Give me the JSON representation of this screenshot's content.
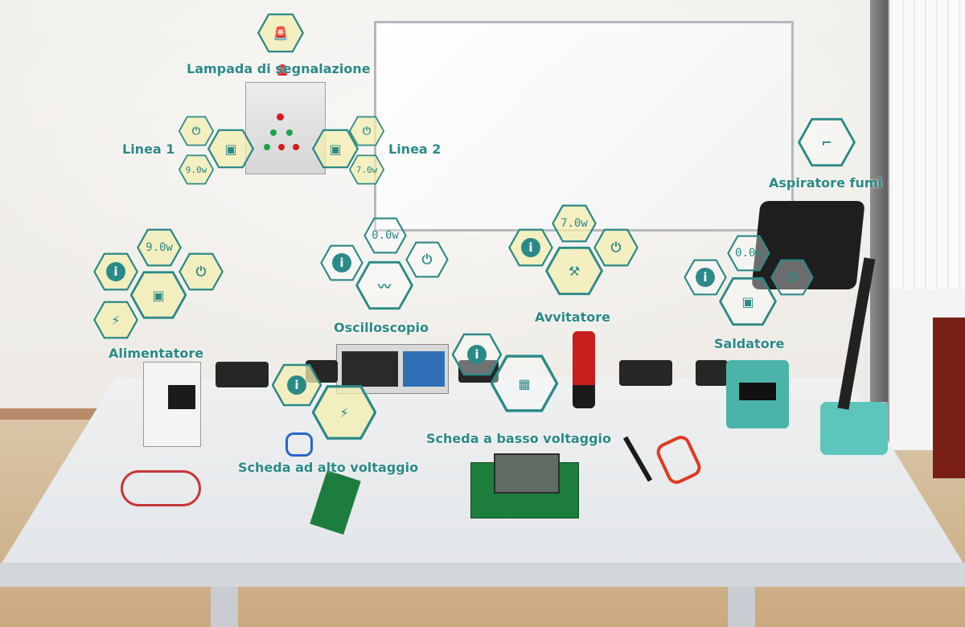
{
  "labels": {
    "lampada": "Lampada di segnalazione",
    "linea1": "Linea 1",
    "linea2": "Linea 2",
    "aspiratore": "Aspiratore fumi",
    "alimentatore": "Alimentatore",
    "oscilloscopio": "Oscilloscopio",
    "avvitatore": "Avvitatore",
    "saldatore": "Saldatore",
    "scheda_basso": "Scheda a basso voltaggio",
    "scheda_alto": "Scheda ad alto voltaggio"
  },
  "readouts": {
    "linea1_w": "9.0w",
    "linea2_w": "7.0w",
    "alimentatore_w": "9.0w",
    "oscilloscopio_w": "0.0w",
    "avvitatore_w": "7.0w",
    "saldatore_w": "0.0w"
  },
  "glyphs": {
    "info": "i",
    "power": "⏻",
    "lamp": "🚨",
    "device": "▣",
    "chip": "⚡"
  },
  "colors": {
    "hex_fill": "#f3eeb0",
    "hex_stroke": "#2b8a87",
    "accent": "#2b8a87"
  }
}
